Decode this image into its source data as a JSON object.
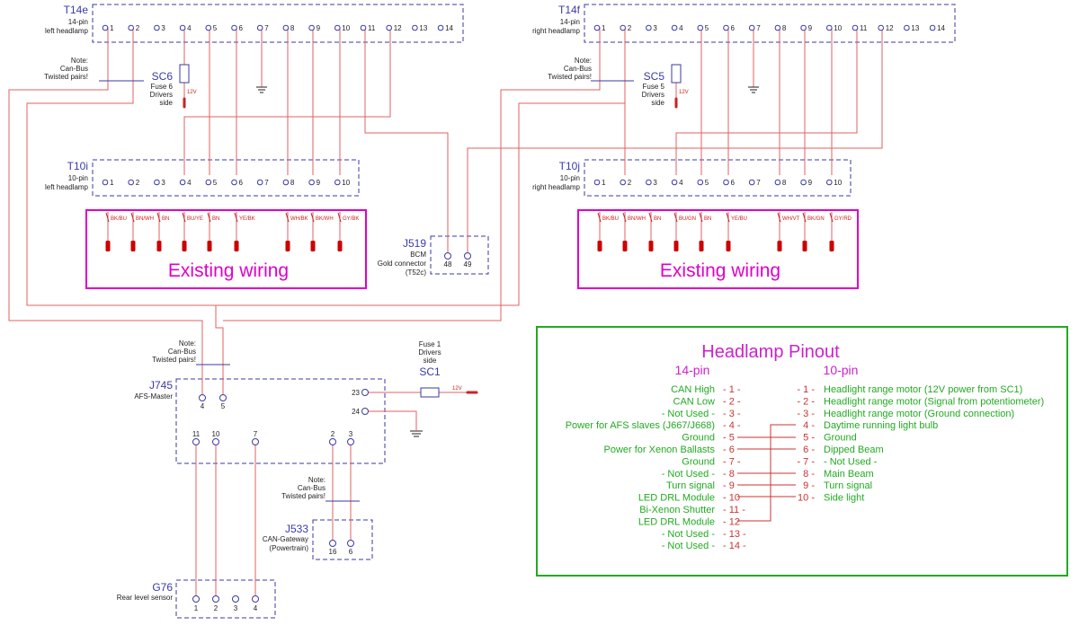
{
  "connectors": {
    "t14e": {
      "code": "T14e",
      "line1": "14-pin",
      "line2": "left headlamp"
    },
    "t14f": {
      "code": "T14f",
      "line1": "14-pin",
      "line2": "right headlamp"
    },
    "t10i": {
      "code": "T10i",
      "line1": "10-pin",
      "line2": "left headlamp"
    },
    "t10j": {
      "code": "T10j",
      "line1": "10-pin",
      "line2": "right headlamp"
    },
    "j519": {
      "code": "J519",
      "line1": "BCM",
      "line2": "Gold connector",
      "line3": "(T52c)",
      "pins": [
        "48",
        "49"
      ]
    },
    "j745": {
      "code": "J745",
      "line1": "AFS-Master",
      "pins": [
        "4",
        "5",
        "23",
        "24",
        "11",
        "10",
        "7",
        "2",
        "3"
      ]
    },
    "j533": {
      "code": "J533",
      "line1": "CAN-Gateway",
      "line2": "(Powertrain)",
      "pins": [
        "16",
        "6"
      ]
    },
    "g76": {
      "code": "G76",
      "line1": "Rear level sensor",
      "pins": [
        "1",
        "2",
        "3",
        "4"
      ]
    }
  },
  "pins14": [
    "1",
    "2",
    "3",
    "4",
    "5",
    "6",
    "7",
    "8",
    "9",
    "10",
    "11",
    "12",
    "13",
    "14"
  ],
  "pins10": [
    "1",
    "2",
    "3",
    "4",
    "5",
    "6",
    "7",
    "8",
    "9",
    "10"
  ],
  "fuses": {
    "sc6": {
      "code": "SC6",
      "line1": "Fuse 6",
      "line2": "Drivers",
      "line3": "side",
      "volt": "12V"
    },
    "sc5": {
      "code": "SC5",
      "line1": "Fuse 5",
      "line2": "Drivers",
      "line3": "side",
      "volt": "12V"
    },
    "sc1": {
      "code": "SC1",
      "line1": "Fuse 1",
      "line2": "Drivers",
      "line3": "side",
      "volt": "12V"
    }
  },
  "notes": {
    "line1": "Note:",
    "line2": "Can-Bus",
    "line3": "Twisted pairs!"
  },
  "existing_wiring": "Existing wiring",
  "left_wires": [
    "BK/BU",
    "BN/WH",
    "BN",
    "BU/YE",
    "BN",
    "YE/BK",
    "WH/BK",
    "BK/WH",
    "GY/BK"
  ],
  "right_wires": [
    "BK/BU",
    "BN/WH",
    "BN",
    "BU/GN",
    "BN",
    "YE/BU",
    "WH/VT",
    "BK/GN",
    "GY/RD"
  ],
  "pinout": {
    "title": "Headlamp Pinout",
    "col14": "14-pin",
    "col10": "10-pin",
    "rows14": [
      {
        "label": "CAN High",
        "num": "- 1 -"
      },
      {
        "label": "CAN Low",
        "num": "- 2 -"
      },
      {
        "label": "- Not Used -",
        "num": "- 3 -"
      },
      {
        "label": "Power for AFS slaves (J667/J668)",
        "num": "- 4 -"
      },
      {
        "label": "Ground",
        "num": "- 5"
      },
      {
        "label": "Power for Xenon Ballasts",
        "num": "- 6"
      },
      {
        "label": "Ground",
        "num": "- 7 -"
      },
      {
        "label": "- Not Used -",
        "num": "- 8"
      },
      {
        "label": "Turn signal",
        "num": "- 9"
      },
      {
        "label": "LED DRL Module",
        "num": "- 10"
      },
      {
        "label": "Bi-Xenon Shutter",
        "num": "- 11 -"
      },
      {
        "label": "LED DRL Module",
        "num": "- 12"
      },
      {
        "label": "- Not Used -",
        "num": "- 13 -"
      },
      {
        "label": "- Not Used -",
        "num": "- 14 -"
      }
    ],
    "rows10": [
      {
        "num": "- 1 -",
        "label": "Headlight range motor (12V power from SC1)"
      },
      {
        "num": "- 2 -",
        "label": "Headlight range motor (Signal from potentiometer)"
      },
      {
        "num": "- 3 -",
        "label": "Headlight range motor (Ground connection)"
      },
      {
        "num": "4 -",
        "label": "Daytime running light bulb"
      },
      {
        "num": "5 -",
        "label": "Ground"
      },
      {
        "num": "6 -",
        "label": "Dipped Beam"
      },
      {
        "num": "- 7 -",
        "label": "- Not Used -"
      },
      {
        "num": "8 -",
        "label": "Main Beam"
      },
      {
        "num": "9 -",
        "label": "Turn signal"
      },
      {
        "num": "10 -",
        "label": "Side light"
      }
    ]
  },
  "colors": {
    "wire": "#e06060",
    "wire_dark": "#cc2222",
    "blue": "#3a3aa8",
    "magenta": "#e000c8",
    "green": "#22aa22",
    "pink": "#cc22cc"
  }
}
